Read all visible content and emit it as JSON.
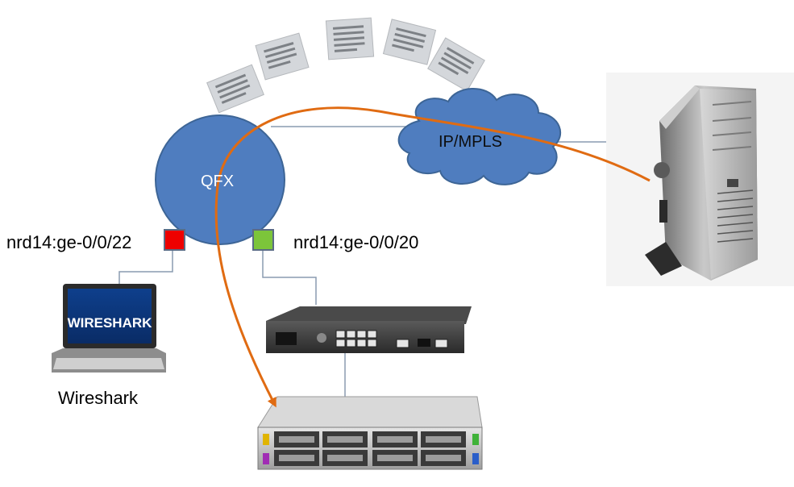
{
  "nodes": {
    "qfx": {
      "label": "QFX",
      "color": "#4f7dbf"
    },
    "cloud": {
      "label": "IP/MPLS",
      "color": "#4f7dbf"
    },
    "laptop": {
      "label": "Wireshark",
      "screen_brand": "WIRESHARK"
    }
  },
  "ports": {
    "red": {
      "label": "nrd14:ge-0/0/22",
      "color": "#ee0000"
    },
    "green": {
      "label": "nrd14:ge-0/0/20",
      "color": "#7cc53a"
    }
  },
  "colors": {
    "traffic_arrow": "#e06b12",
    "link_line": "#8a9bb0",
    "node_stroke": "#3d6596"
  },
  "icons": [
    "document-icon",
    "server-tower-icon",
    "switch-icon",
    "rack-server-icon",
    "laptop-icon"
  ]
}
